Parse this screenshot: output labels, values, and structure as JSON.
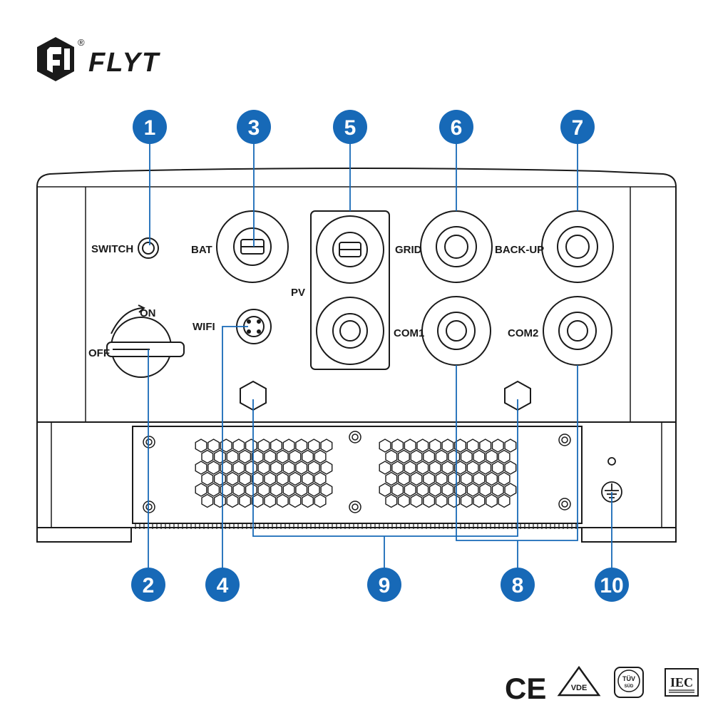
{
  "brand": {
    "name": "FLYT",
    "registered_mark": "®"
  },
  "colors": {
    "callout": "#1769b7",
    "line": "#1769b7",
    "outline": "#1a1a1a"
  },
  "panel_labels": {
    "switch": "SWITCH",
    "bat": "BAT",
    "pv": "PV",
    "grid": "GRID",
    "backup": "BACK-UP",
    "wifi": "WIFI",
    "com1": "COM1",
    "com2": "COM2",
    "on": "ON",
    "off": "OFF"
  },
  "callouts": [
    "1",
    "2",
    "3",
    "4",
    "5",
    "6",
    "7",
    "8",
    "9",
    "10"
  ],
  "certifications": {
    "ce": "CE",
    "vde": "VDE",
    "tuv": "TÜV",
    "tuv_sub": "SÜD",
    "iec": "IEC"
  },
  "icons": [
    "flyt-logo-icon",
    "ground-symbol-icon",
    "rotary-switch-icon",
    "fan-grille-icon"
  ]
}
